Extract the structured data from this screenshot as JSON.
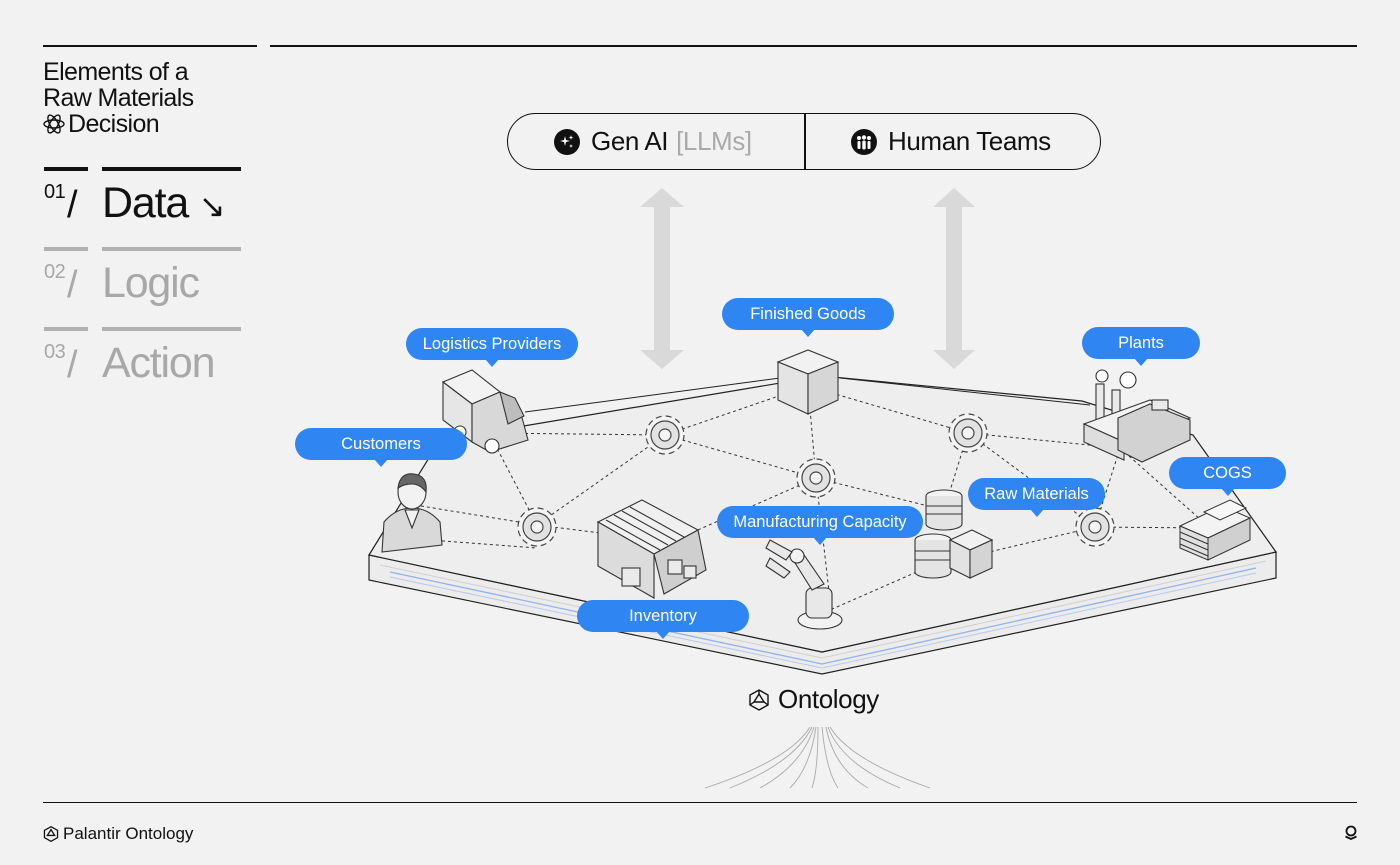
{
  "heading": {
    "line1": "Elements of a",
    "line2": "Raw Materials",
    "line3": "Decision"
  },
  "steps": [
    {
      "num": "01",
      "slash": "/",
      "label": "Data",
      "arrow": "↘",
      "active": true
    },
    {
      "num": "02",
      "slash": "/",
      "label": "Logic",
      "active": false
    },
    {
      "num": "03",
      "slash": "/",
      "label": "Action",
      "active": false
    }
  ],
  "top_pill": {
    "gen_ai": "Gen AI",
    "gen_ai_suffix": "[LLMs]",
    "human_teams": "Human Teams"
  },
  "nodes": {
    "logistics_providers": "Logistics Providers",
    "finished_goods": "Finished Goods",
    "plants": "Plants",
    "customers": "Customers",
    "cogs": "COGS",
    "raw_materials": "Raw Materials",
    "manufacturing_capacity": "Manufacturing Capacity",
    "inventory": "Inventory"
  },
  "ontology": "Ontology",
  "footer": {
    "brand": "Palantir Ontology"
  },
  "colors": {
    "accent": "#2f86f3",
    "ink": "#111111",
    "muted": "#a8a8a8",
    "background": "#f2f2f2"
  }
}
